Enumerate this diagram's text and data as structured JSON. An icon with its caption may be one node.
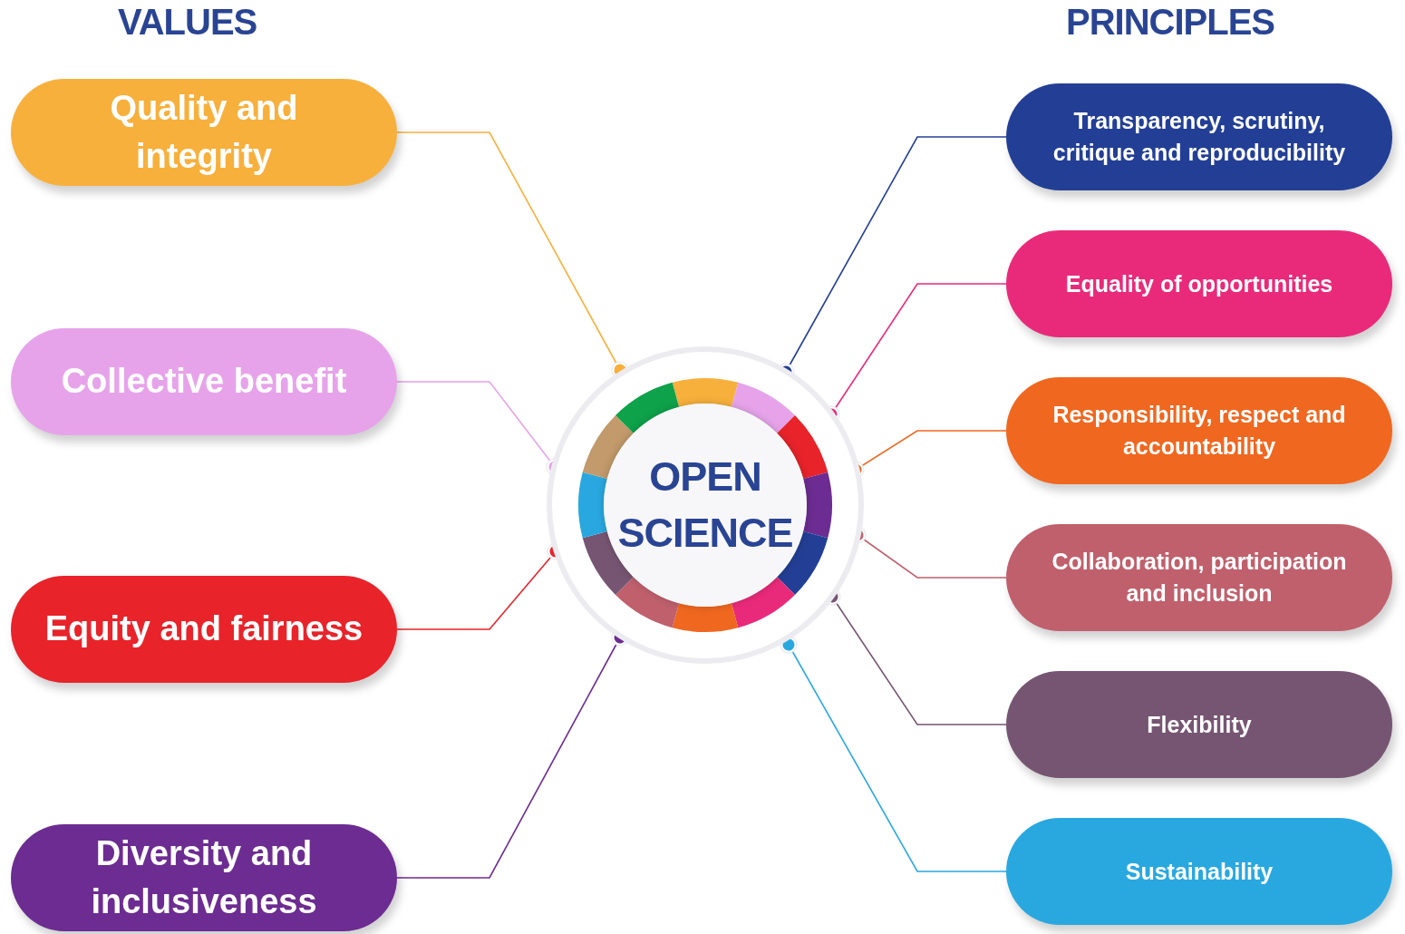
{
  "diagram": {
    "nodes": [
      {
        "text": [
          "OPEN SCIENCE"
        ]
      },
      {
        "text": [
          "Quality and integrity"
        ]
      },
      {
        "text": [
          "Collective benefit"
        ]
      },
      {
        "text": [
          "Equity and fairness"
        ]
      },
      {
        "text": [
          "Diversity and inclusiveness"
        ]
      },
      {
        "text": [
          "Transparency, scrutiny, critique and reproducibility"
        ]
      },
      {
        "text": [
          "Equality of opportunities"
        ]
      },
      {
        "text": [
          "Responsibility, respect and accountability"
        ]
      },
      {
        "text": [
          "Collaboration, participation and inclusion"
        ]
      },
      {
        "text": [
          "Flexibility"
        ]
      },
      {
        "text": [
          "Sustainability"
        ]
      }
    ],
    "edges": [
      {
        "from": 1,
        "to": 0,
        "arrow": "other",
        "color": "#f7b03c"
      },
      {
        "from": 2,
        "to": 0,
        "arrow": "other",
        "color": "#e6a3ea"
      },
      {
        "from": 3,
        "to": 0,
        "arrow": "other",
        "color": "#e8232a"
      },
      {
        "from": 4,
        "to": 0,
        "arrow": "other",
        "color": "#6c2c91"
      },
      {
        "from": 5,
        "to": 0,
        "arrow": "other",
        "color": "#233f95"
      },
      {
        "from": 6,
        "to": 0,
        "arrow": "other",
        "color": "#e92a7a"
      },
      {
        "from": 7,
        "to": 0,
        "arrow": "other",
        "color": "#f0671f"
      },
      {
        "from": 8,
        "to": 0,
        "arrow": "other",
        "color": "#c0606d"
      },
      {
        "from": 9,
        "to": 0,
        "arrow": "other",
        "color": "#765572"
      },
      {
        "from": 10,
        "to": 0,
        "arrow": "other",
        "color": "#29a8e0"
      }
    ],
    "labels": [
      "VALUES",
      "PRINCIPLES"
    ]
  }
}
